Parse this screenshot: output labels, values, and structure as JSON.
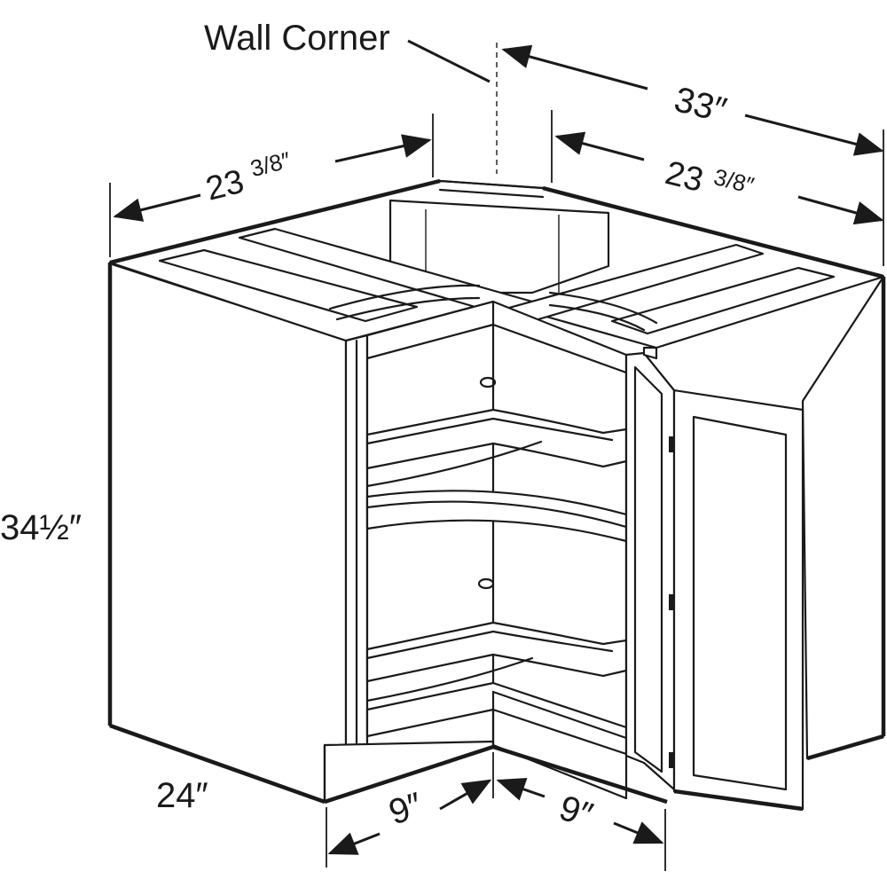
{
  "labels": {
    "wall_corner": "Wall Corner",
    "dim_33": "33″",
    "dim_left_top_whole": "23",
    "dim_left_top_frac": "3/8″",
    "dim_right_top_whole": "23",
    "dim_right_top_frac": "3/8″",
    "dim_height": "34½″",
    "dim_depth": "24″",
    "dim_9_left": "9″",
    "dim_9_right": "9″"
  }
}
